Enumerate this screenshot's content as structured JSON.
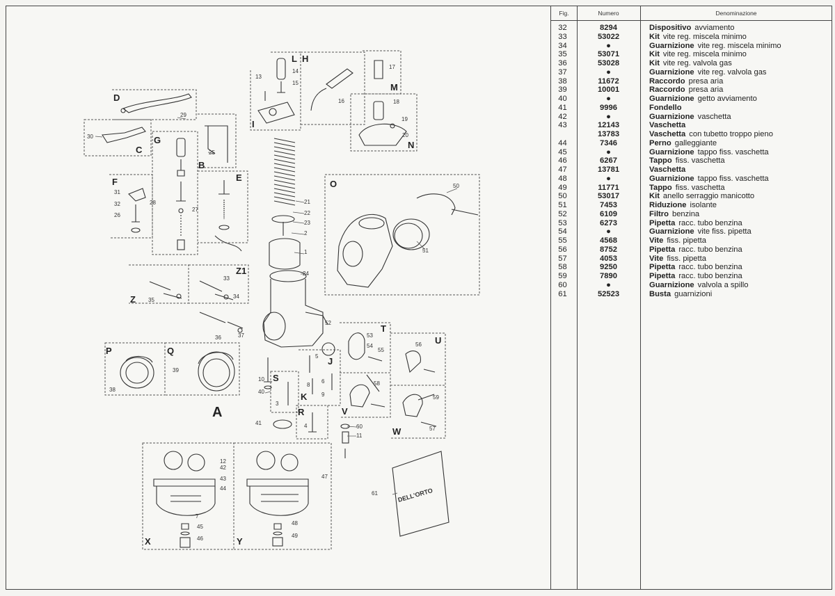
{
  "table": {
    "headers": {
      "fig": "Fig.",
      "numero": "Numero",
      "denominazione": "Denominazione"
    },
    "rows": [
      {
        "fig": "32",
        "num": "8294",
        "name": "Dispositivo",
        "desc": "avviamento"
      },
      {
        "fig": "33",
        "num": "53022",
        "name": "Kit",
        "desc": "vite reg. miscela minimo"
      },
      {
        "fig": "34",
        "num": "●",
        "name": "Guarnizione",
        "desc": "vite reg. miscela minimo"
      },
      {
        "fig": "35",
        "num": "53071",
        "name": "Kit",
        "desc": "vite reg. miscela minimo"
      },
      {
        "fig": "36",
        "num": "53028",
        "name": "Kit",
        "desc": "vite reg. valvola gas"
      },
      {
        "fig": "37",
        "num": "●",
        "name": "Guarnizione",
        "desc": "vite reg. valvola gas"
      },
      {
        "fig": "38",
        "num": "11672",
        "name": "Raccordo",
        "desc": "presa aria"
      },
      {
        "fig": "39",
        "num": "10001",
        "name": "Raccordo",
        "desc": "presa aria"
      },
      {
        "fig": "40",
        "num": "●",
        "name": "Guarnizione",
        "desc": "getto avviamento"
      },
      {
        "fig": "41",
        "num": "9996",
        "name": "Fondello",
        "desc": ""
      },
      {
        "fig": "42",
        "num": "●",
        "name": "Guarnizione",
        "desc": "vaschetta"
      },
      {
        "fig": "43",
        "num": "12143",
        "name": "Vaschetta",
        "desc": ""
      },
      {
        "fig": "",
        "num": "13783",
        "name": "Vaschetta",
        "desc": "con tubetto troppo pieno"
      },
      {
        "fig": "44",
        "num": "7346",
        "name": "Perno",
        "desc": "galleggiante"
      },
      {
        "fig": "45",
        "num": "●",
        "name": "Guarnizione",
        "desc": "tappo fiss. vaschetta"
      },
      {
        "fig": "46",
        "num": "6267",
        "name": "Tappo",
        "desc": "fiss. vaschetta"
      },
      {
        "fig": "47",
        "num": "13781",
        "name": "Vaschetta",
        "desc": ""
      },
      {
        "fig": "48",
        "num": "●",
        "name": "Guarnizione",
        "desc": "tappo fiss. vaschetta"
      },
      {
        "fig": "49",
        "num": "11771",
        "name": "Tappo",
        "desc": "fiss. vaschetta"
      },
      {
        "fig": "50",
        "num": "53017",
        "name": "Kit",
        "desc": "anello serraggio manicotto"
      },
      {
        "fig": "51",
        "num": "7453",
        "name": "Riduzione",
        "desc": "isolante"
      },
      {
        "fig": "52",
        "num": "6109",
        "name": "Filtro",
        "desc": "benzina"
      },
      {
        "fig": "53",
        "num": "6273",
        "name": "Pipetta",
        "desc": "racc. tubo benzina"
      },
      {
        "fig": "54",
        "num": "●",
        "name": "Guarnizione",
        "desc": "vite fiss. pipetta"
      },
      {
        "fig": "55",
        "num": "4568",
        "name": "Vite",
        "desc": "fiss. pipetta"
      },
      {
        "fig": "56",
        "num": "8752",
        "name": "Pipetta",
        "desc": "racc. tubo benzina"
      },
      {
        "fig": "57",
        "num": "4053",
        "name": "Vite",
        "desc": "fiss. pipetta"
      },
      {
        "fig": "58",
        "num": "9250",
        "name": "Pipetta",
        "desc": "racc. tubo benzina"
      },
      {
        "fig": "59",
        "num": "7890",
        "name": "Pipetta",
        "desc": "racc. tubo benzina"
      },
      {
        "fig": "60",
        "num": "●",
        "name": "Guarnizione",
        "desc": "valvola a spillo"
      },
      {
        "fig": "61",
        "num": "52523",
        "name": "Busta",
        "desc": "guarnizioni"
      }
    ]
  },
  "diagram": {
    "main_label": "A",
    "group_letters": [
      "D",
      "C",
      "G",
      "B",
      "F",
      "E",
      "L",
      "H",
      "M",
      "I",
      "N",
      "O",
      "Z",
      "Z1",
      "P",
      "Q",
      "S",
      "K",
      "J",
      "T",
      "U",
      "V",
      "W",
      "R",
      "X",
      "Y"
    ],
    "callouts": [
      "29",
      "30",
      "25",
      "31",
      "32",
      "26",
      "28",
      "27",
      "13",
      "14",
      "15",
      "16",
      "17",
      "18",
      "19",
      "20",
      "21",
      "22",
      "23",
      "2",
      "1",
      "24",
      "50",
      "51",
      "33",
      "34",
      "35",
      "36",
      "37",
      "52",
      "38",
      "39",
      "10",
      "40",
      "5",
      "8",
      "6",
      "9",
      "3",
      "41",
      "4",
      "53",
      "54",
      "55",
      "56",
      "58",
      "59",
      "57",
      "60",
      "11",
      "12",
      "42",
      "43",
      "44",
      "7",
      "45",
      "46",
      "47",
      "48",
      "49",
      "61"
    ],
    "bag_text": "DELL'ORTO"
  }
}
